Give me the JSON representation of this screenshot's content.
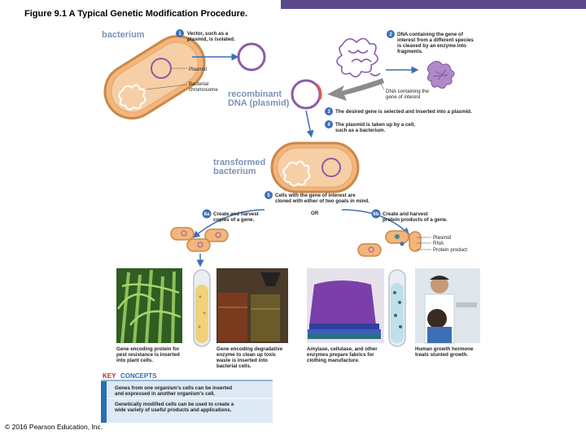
{
  "figure_title": "Figure 9.1 A Typical Genetic Modification Procedure.",
  "copyright": "© 2016 Pearson Education, Inc.",
  "labels": {
    "bacterium": "bacterium",
    "plasmid": "Plasmid",
    "bacterial_chromosome": [
      "Bacterial",
      "chromosome"
    ],
    "recombinant": [
      "recombinant",
      "DNA (plasmid)"
    ],
    "transformed": [
      "transformed",
      "bacterium"
    ],
    "dna_gene": [
      "DNA containing the",
      "gene of interest"
    ],
    "or": "OR",
    "legend_plasmid": "Plasmid",
    "legend_rna": "RNA",
    "legend_protein": "Protein product"
  },
  "steps": [
    {
      "num": "1",
      "lines": [
        "Vector, such as a",
        "plasmid, is isolated."
      ]
    },
    {
      "num": "2",
      "lines": [
        "DNA containing the gene of",
        "interest from a different species",
        "is cleaved by an enzyme into",
        "fragments."
      ]
    },
    {
      "num": "3",
      "lines": [
        "The desired gene is selected and inserted into a plasmid."
      ]
    },
    {
      "num": "4",
      "lines": [
        "The plasmid is taken up by a cell,",
        "such as a bacterium."
      ]
    },
    {
      "num": "5",
      "lines": [
        "Cells with the gene of interest are",
        "cloned with either of two goals in mind."
      ]
    },
    {
      "num": "6a",
      "lines": [
        "Create and harvest",
        "copies of a gene."
      ]
    },
    {
      "num": "6b",
      "lines": [
        "Create and harvest",
        "protein products of a gene."
      ]
    }
  ],
  "captions": [
    [
      "Gene encoding protein for",
      "pest resistance is inserted",
      "into plant cells."
    ],
    [
      "Gene encoding degradative",
      "enzyme to clean up toxic",
      "waste is inserted into",
      "bacterial cells."
    ],
    [
      "Amylase, cellulase, and other",
      "enzymes prepare fabrics for",
      "clothing manufacture."
    ],
    [
      "Human growth hormone",
      "treats stunted growth."
    ]
  ],
  "key_concepts": {
    "title_key": "KEY",
    "title_concepts": "CONCEPTS",
    "lines": [
      "Genes from one organism's cells can be inserted",
      "and expressed in another organism's cell.",
      "Genetically modified cells can be used to create a",
      "wide variety of useful products and applications."
    ]
  },
  "colors": {
    "header_bar": "#5b4a8a",
    "cell_fill": "#f3b57c",
    "cell_border": "#c8894a",
    "dna_purple": "#8a5ca8",
    "step_circle": "#3b6fb6",
    "label_blue": "#7b93b8",
    "key_red": "#c0272d",
    "key_blue": "#2a6fb0"
  }
}
